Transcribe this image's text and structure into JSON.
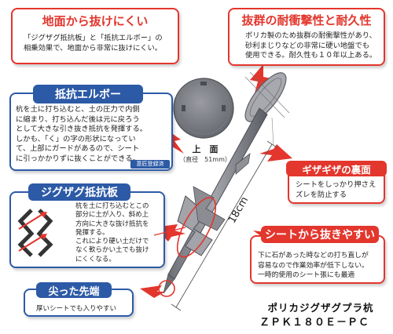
{
  "box_ground": {
    "title": "地面から抜けにくい",
    "lines": [
      "「ジグザグ抵抗板」と「抵抗エルボー」の",
      "相乗効果で、地面から非常に抜けにくい。"
    ]
  },
  "box_impact": {
    "title": "抜群の耐衝撃性と耐久性",
    "lines": [
      "ポリカ製のため抜群の耐衝撃性があり、",
      "砂利まじりなどの非常に硬い地盤でも",
      "使用できる。耐久性も１０年以上ある。"
    ]
  },
  "box_elbow": {
    "title": "抵抗エルボー",
    "lines": [
      "杭を土に打ち込むと、土の圧力で内側",
      "に縮まり、打ち込んだ後は元に戻ろう",
      "として大きな引き抜き抵抗を発揮する。",
      "しかも、「く」の字の形状になってい",
      "て、上部にガードがあるので、シート",
      "に引っかかりずに抜くことができる。"
    ],
    "badge": "意匠登録済"
  },
  "top_view": {
    "label": "上　面",
    "size": "（直径　51mm）"
  },
  "box_zigzag_back": {
    "title": "ギザギザの裏面",
    "lines": [
      "シートをしっかり押さえ",
      "ズレを防止する"
    ]
  },
  "box_zigzag": {
    "title": "ジグザグ抵抗板",
    "lines": [
      "杭を土に打ち込むとこの",
      "部分に土が入り、斜め上",
      "方向に大きな抜け抵抗を",
      "発揮する。",
      "これにより硬い土だけで",
      "なく軟らかい土でも抜け",
      "にくくなる。"
    ]
  },
  "dimension": {
    "length": "18cm"
  },
  "box_sheet": {
    "title": "シートから抜きやすい",
    "lines": [
      "下に石があった時などの打ち直しが",
      "容易なので作業効率が低下しない。",
      "一時的使用のシート張にも最適"
    ]
  },
  "box_tip": {
    "title": "尖った先端",
    "lines": [
      "厚いシートでも入りやすい"
    ]
  },
  "product": {
    "name": "ポリカジグザグプラ杭",
    "code": "ＺＰＫ１８０Ｅ－ＰＣ"
  },
  "colors": {
    "red": "#e3362d",
    "blue": "#2c5aa6",
    "stake": "#8d8f95",
    "stake_dark": "#5f6168"
  }
}
